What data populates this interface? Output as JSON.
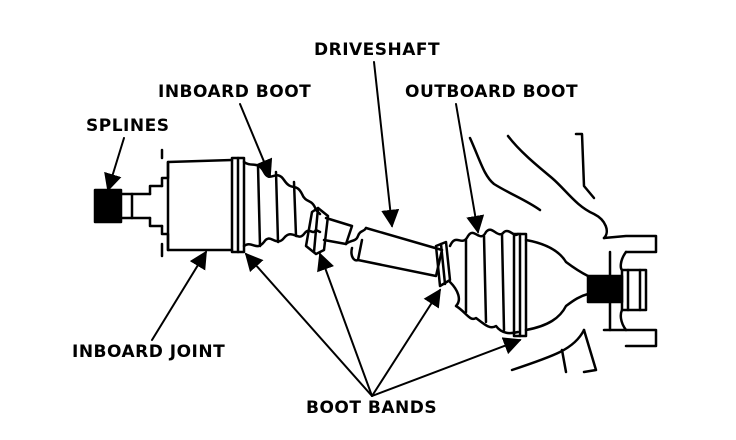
{
  "labels": {
    "driveshaft": "DRIVESHAFT",
    "inboard_boot": "INBOARD BOOT",
    "outboard_boot": "OUTBOARD BOOT",
    "splines": "SPLINES",
    "inboard_joint": "INBOARD JOINT",
    "boot_bands": "BOOT BANDS"
  },
  "colors": {
    "line": "#000000",
    "background": "#ffffff"
  }
}
